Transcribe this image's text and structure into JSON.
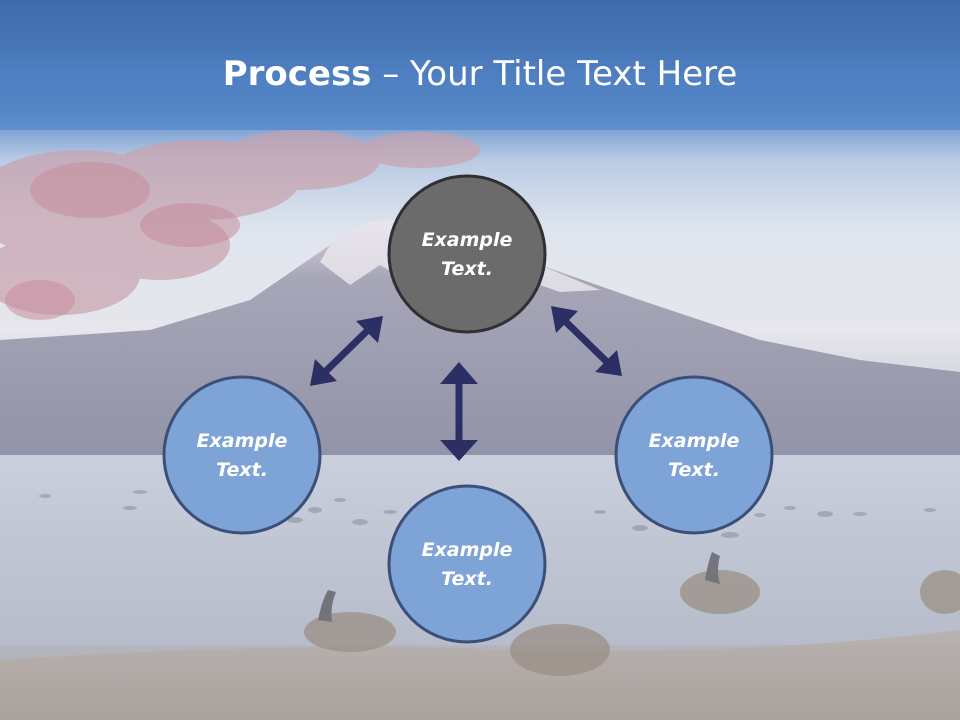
{
  "slide": {
    "title_bold": "Process",
    "title_rest": " – Your Title Text Here"
  },
  "diagram": {
    "nodes": [
      {
        "line1": "Example",
        "line2": "Text.",
        "role": "center-top",
        "fill": "#6b6b6b"
      },
      {
        "line1": "Example",
        "line2": "Text.",
        "role": "left",
        "fill": "#7ea3d6"
      },
      {
        "line1": "Example",
        "line2": "Text.",
        "role": "right",
        "fill": "#7ea3d6"
      },
      {
        "line1": "Example",
        "line2": "Text.",
        "role": "bottom",
        "fill": "#7ea3d6"
      }
    ],
    "arrow_color": "#2b2f63",
    "circle_stroke": "#3b4f78"
  }
}
